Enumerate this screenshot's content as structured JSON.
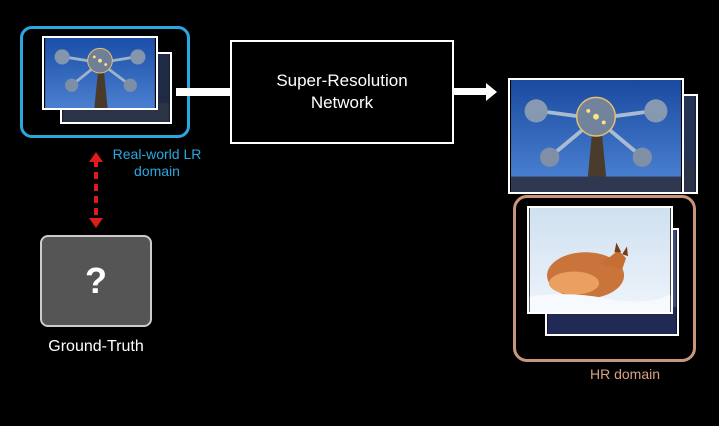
{
  "network": {
    "label_line1": "Super-Resolution",
    "label_line2": "Network"
  },
  "lr_domain": {
    "label_line1": "Real-world LR",
    "label_line2": "domain",
    "color": "#29a8df"
  },
  "ground_truth": {
    "symbol": "?",
    "label": "Ground-Truth"
  },
  "hr_domain": {
    "label": "HR domain",
    "color": "#d9a183"
  },
  "link": {
    "color": "#e01b1b",
    "style": "dashed double-arrow"
  },
  "icons": [
    "atomium-photo",
    "fox-photo",
    "question-mark"
  ]
}
